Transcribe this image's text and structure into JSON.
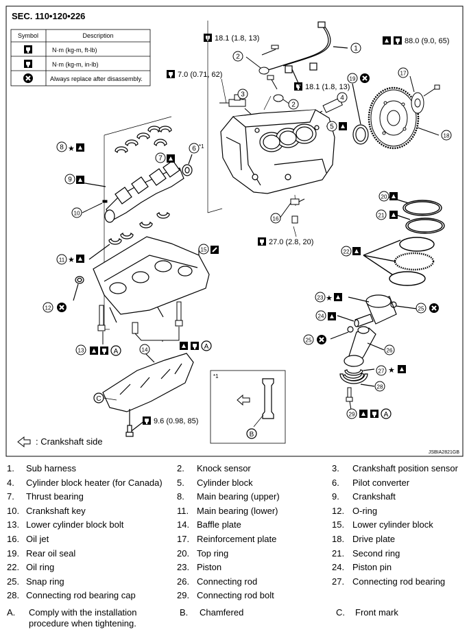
{
  "section": "SEC. 110•120•226",
  "symbol_table": {
    "header_symbol": "Symbol",
    "header_description": "Description",
    "rows": [
      {
        "icon": "torque-nm-kgm-ftlb-icon",
        "description": "N·m (kg-m, ft-lb)"
      },
      {
        "icon": "torque-nm-kgm-inlb-icon",
        "description": "N·m (kg-m, in-lb)"
      },
      {
        "icon": "always-replace-icon",
        "description": "Always replace after disassembly."
      }
    ]
  },
  "torque_values": {
    "t1": "18.1 (1.8, 13)",
    "t2": "7.0 (0.71, 62)",
    "t3": "18.1 (1.8, 13)",
    "t4": "88.0 (9.0, 65)",
    "t5": "27.0 (2.8, 20)",
    "t6": "9.6 (0.98, 85)"
  },
  "callout_marks": {
    "star": "★",
    "ref1": "*1",
    "A": "A",
    "B": "B",
    "C": "C"
  },
  "callouts": [
    "1",
    "2",
    "2",
    "3",
    "4",
    "5",
    "6",
    "7",
    "8",
    "9",
    "10",
    "11",
    "12",
    "13",
    "14",
    "15",
    "16",
    "17",
    "18",
    "19",
    "20",
    "21",
    "22",
    "23",
    "24",
    "25",
    "25",
    "26",
    "27",
    "28",
    "29"
  ],
  "inset_label": "*1",
  "crankshaft_side_label": ": Crankshaft side",
  "code": "JSBIA2821GB",
  "legend": [
    {
      "num": "1.",
      "name": "Sub harness"
    },
    {
      "num": "2.",
      "name": "Knock sensor"
    },
    {
      "num": "3.",
      "name": "Crankshaft position sensor"
    },
    {
      "num": "4.",
      "name": "Cylinder block heater (for Canada)"
    },
    {
      "num": "5.",
      "name": "Cylinder block"
    },
    {
      "num": "6.",
      "name": "Pilot converter"
    },
    {
      "num": "7.",
      "name": "Thrust bearing"
    },
    {
      "num": "8.",
      "name": "Main bearing (upper)"
    },
    {
      "num": "9.",
      "name": "Crankshaft"
    },
    {
      "num": "10.",
      "name": "Crankshaft key"
    },
    {
      "num": "11.",
      "name": "Main bearing (lower)"
    },
    {
      "num": "12.",
      "name": "O-ring"
    },
    {
      "num": "13.",
      "name": "Lower cylinder block bolt"
    },
    {
      "num": "14.",
      "name": "Baffle plate"
    },
    {
      "num": "15.",
      "name": "Lower cylinder block"
    },
    {
      "num": "16.",
      "name": "Oil jet"
    },
    {
      "num": "17.",
      "name": "Reinforcement plate"
    },
    {
      "num": "18.",
      "name": "Drive plate"
    },
    {
      "num": "19.",
      "name": "Rear oil seal"
    },
    {
      "num": "20.",
      "name": "Top ring"
    },
    {
      "num": "21.",
      "name": "Second ring"
    },
    {
      "num": "22.",
      "name": "Oil ring"
    },
    {
      "num": "23.",
      "name": "Piston"
    },
    {
      "num": "24.",
      "name": "Piston pin"
    },
    {
      "num": "25.",
      "name": "Snap ring"
    },
    {
      "num": "26.",
      "name": "Connecting rod"
    },
    {
      "num": "27.",
      "name": "Connecting rod bearing"
    },
    {
      "num": "28.",
      "name": "Connecting rod bearing cap"
    },
    {
      "num": "29.",
      "name": "Connecting rod bolt"
    }
  ],
  "notes": [
    {
      "letter": "A.",
      "text": "Comply with the installation procedure when tightening."
    },
    {
      "letter": "B.",
      "text": "Chamfered"
    },
    {
      "letter": "C.",
      "text": "Front mark"
    }
  ]
}
